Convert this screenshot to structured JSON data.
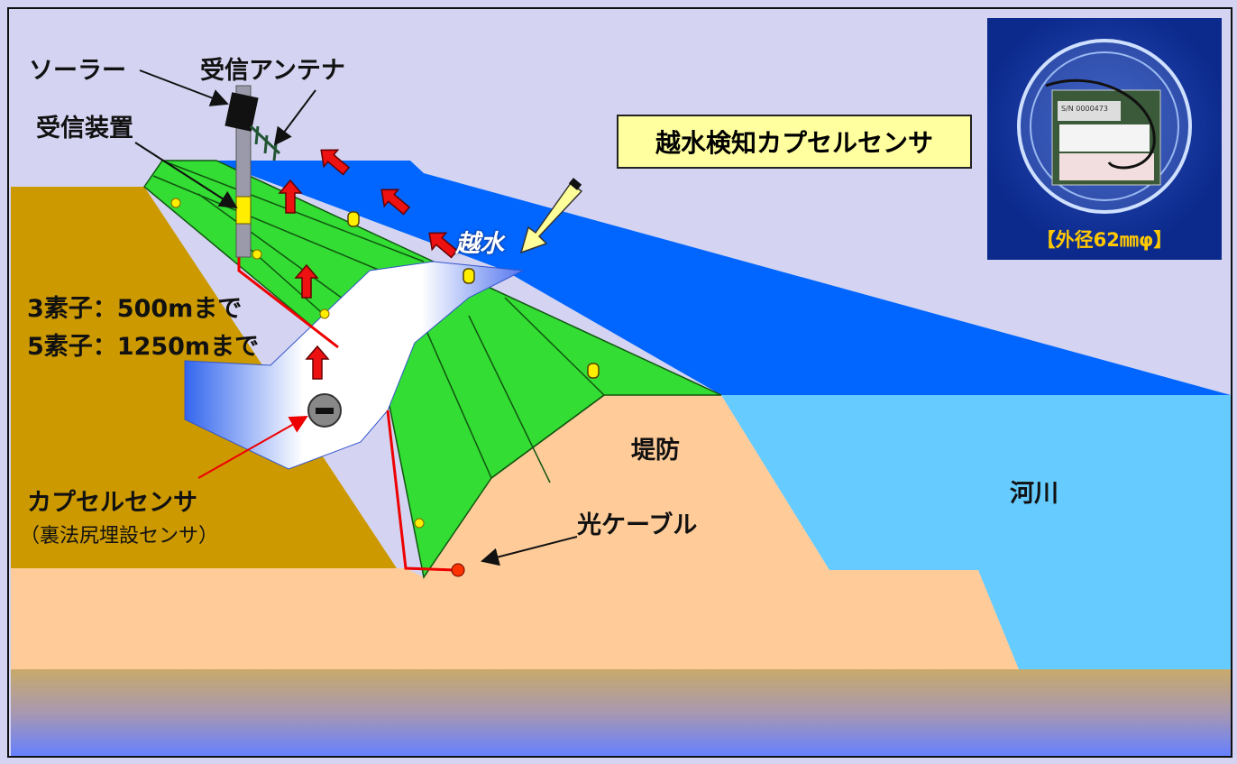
{
  "title_box": "越水検知カプセルセンサ",
  "photo_caption": "【外径62㎜φ】",
  "photo_label_serial": "S/N 0000473",
  "labels": {
    "solar": "ソーラー",
    "antenna": "受信アンテナ",
    "receiver": "受信装置",
    "range_3": "3素子：500mまで",
    "range_5": "5素子：1250mまで",
    "capsule_sensor": "カプセルセンサ",
    "capsule_sensor_sub": "（裏法尻埋設センサ）",
    "overflow": "越水",
    "levee": "堤防",
    "river": "河川",
    "optical_cable": "光ケーブル"
  },
  "colors": {
    "sky": "#d4d4f2",
    "ground": "#cc9900",
    "levee": "#ffcc99",
    "river": "#66ccff",
    "water": "#0066ff",
    "grass": "#33dd33"
  }
}
